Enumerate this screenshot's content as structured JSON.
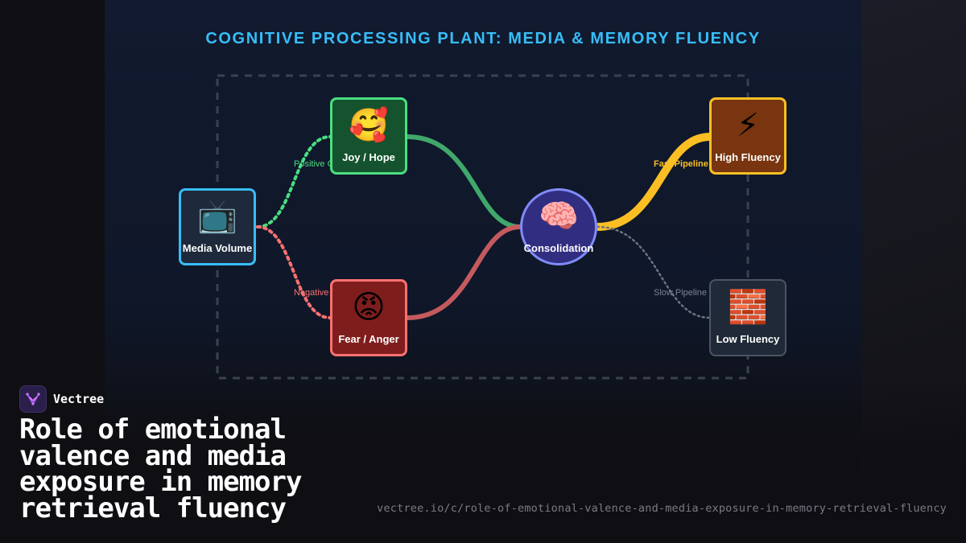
{
  "diagram": {
    "title": "COGNITIVE PROCESSING PLANT: MEDIA & MEMORY FLUENCY",
    "nodes": [
      {
        "id": "media",
        "label": "Media Volume",
        "icon": "📺",
        "icon_name": "television-icon",
        "bg": "#1e293b",
        "border": "#38bdf8"
      },
      {
        "id": "joy",
        "label": "Joy / Hope",
        "icon": "🥰",
        "icon_name": "smiling-face-hearts-icon",
        "bg": "#14532d",
        "border": "#4ade80"
      },
      {
        "id": "fear",
        "label": "Fear / Anger",
        "icon": "😡",
        "icon_name": "angry-face-icon",
        "bg": "#7f1d1d",
        "border": "#f87171"
      },
      {
        "id": "consolidation",
        "label": "Consolidation",
        "icon": "🧠",
        "icon_name": "brain-icon",
        "bg": "#312e81",
        "border": "#818cf8"
      },
      {
        "id": "high",
        "label": "High Fluency",
        "icon": "⚡",
        "icon_name": "lightning-icon",
        "bg": "#78350f",
        "border": "#fbbf24"
      },
      {
        "id": "low",
        "label": "Low Fluency",
        "icon": "🧱",
        "icon_name": "brick-wall-icon",
        "bg": "#1f2937",
        "border": "#4b5563"
      }
    ],
    "edges": [
      {
        "from": "media",
        "to": "joy",
        "label": "Positive C",
        "color": "#4ade80",
        "style": "dotted"
      },
      {
        "from": "media",
        "to": "fear",
        "label": "Negative",
        "color": "#f87171",
        "style": "dotted"
      },
      {
        "from": "joy",
        "to": "consolidation",
        "label": "",
        "color": "#4ade80",
        "style": "solid"
      },
      {
        "from": "fear",
        "to": "consolidation",
        "label": "",
        "color": "#f87171",
        "style": "solid"
      },
      {
        "from": "consolidation",
        "to": "high",
        "label": "Fast Pipeline",
        "color": "#fbbf24",
        "style": "thick"
      },
      {
        "from": "consolidation",
        "to": "low",
        "label": "Slow Pipeline",
        "color": "#6b7280",
        "style": "dotted-thin"
      }
    ]
  },
  "brand": {
    "name": "Vectree",
    "logo_icon": "vectree-logo-icon"
  },
  "headline": "Role of emotional valence and media exposure in memory retrieval fluency",
  "url": "vectree.io/c/role-of-emotional-valence-and-media-exposure-in-memory-retrieval-fluency"
}
